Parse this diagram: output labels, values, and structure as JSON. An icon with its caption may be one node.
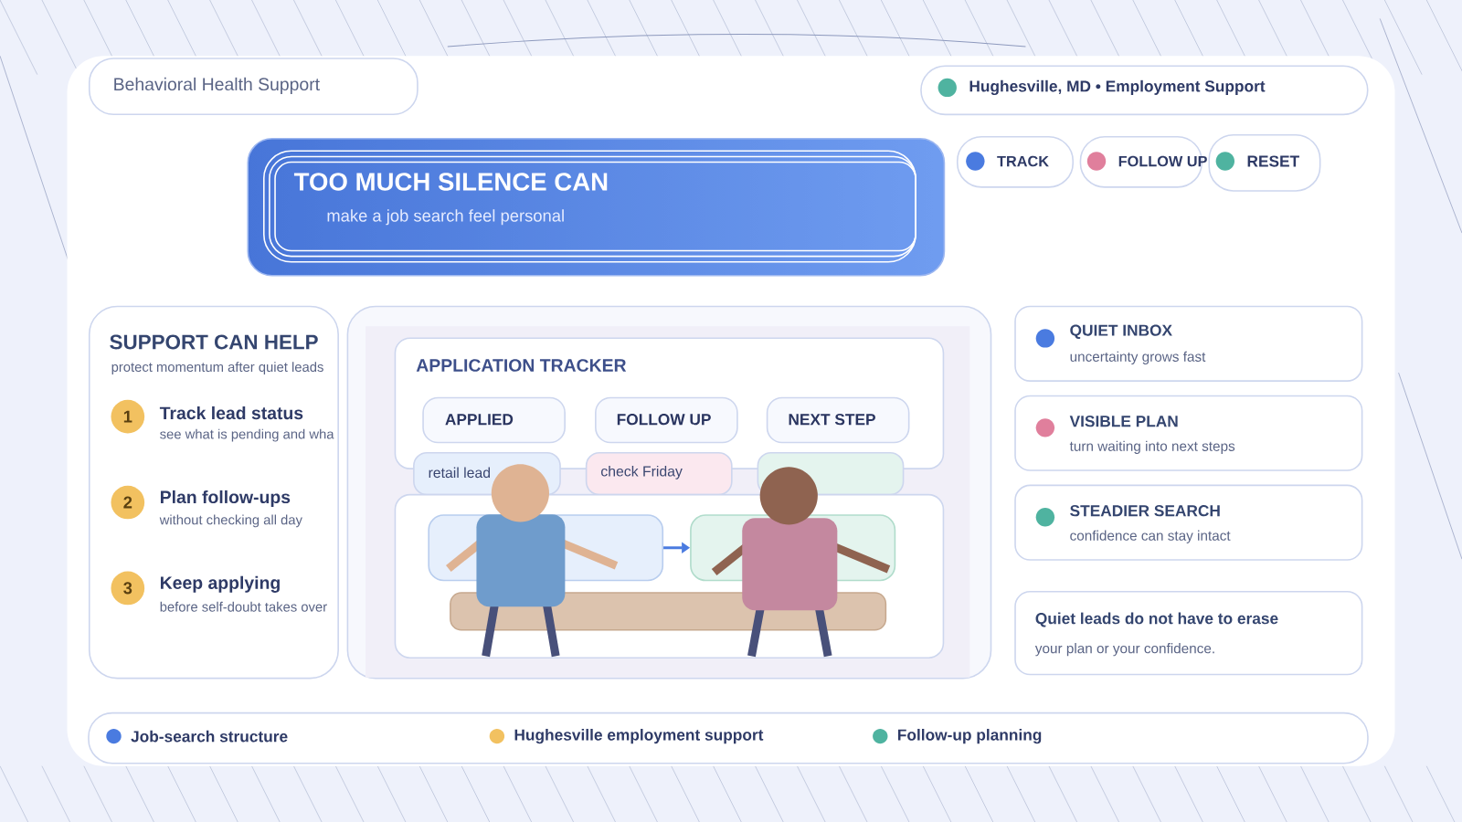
{
  "diagram": {
    "nodes": [
      {
        "text": [
          "Behavioral Health Support"
        ]
      },
      {
        "text": [
          "Hughesville, MD • Employment Support"
        ]
      },
      {
        "text": [
          "TRACK"
        ]
      },
      {
        "text": [
          "FOLLOW UP"
        ]
      },
      {
        "text": [
          "RESET"
        ]
      },
      {
        "text": [
          "TOO MUCH SILENCE CAN",
          "make a job search feel personal"
        ]
      },
      {
        "text": [
          "SUPPORT CAN HELP",
          "protect momentum after quiet leads"
        ]
      },
      {
        "text": [
          "1"
        ],
        "in": 6,
        "beside": [
          "Track lead status",
          "see what is pending and wha"
        ]
      },
      {
        "text": [
          "2"
        ],
        "in": 6,
        "beside": [
          "Plan follow-ups",
          "without checking all day"
        ]
      },
      {
        "text": [
          "3"
        ],
        "in": 6,
        "beside": [
          "Keep applying",
          "before self-doubt takes over"
        ]
      },
      {
        "text": [],
        "shape": "box"
      },
      {
        "text": [
          "APPLICATION TRACKER"
        ],
        "in": 10
      },
      {
        "text": [
          "APPLIED"
        ],
        "in": 11
      },
      {
        "text": [
          "FOLLOW UP"
        ],
        "in": 11
      },
      {
        "text": [
          "NEXT STEP"
        ],
        "in": 11
      },
      {
        "text": [
          "retail lead"
        ],
        "in": 10
      },
      {
        "text": [
          "check Friday"
        ],
        "in": 10
      },
      {
        "text": [],
        "shape": "box",
        "in": 10
      },
      {
        "text": [],
        "shape": "box",
        "in": 10
      },
      {
        "text": [],
        "shape": "box",
        "in": 18
      },
      {
        "text": [],
        "shape": "box",
        "in": 18
      },
      {
        "text": [
          "QUIET INBOX",
          "uncertainty grows fast"
        ]
      },
      {
        "text": [
          "VISIBLE PLAN",
          "turn waiting into next steps"
        ]
      },
      {
        "text": [
          "STEADIER SEARCH",
          "confidence can stay intact"
        ]
      },
      {
        "text": [
          "Quiet leads do not have to erase",
          "your plan or your confidence."
        ]
      }
    ],
    "edges": [
      {
        "from": 19,
        "to": 20,
        "arrow": "to"
      }
    ],
    "legend": [
      {
        "text": "Job-search structure",
        "color": "#4a7be0"
      },
      {
        "text": "Hughesville employment support",
        "color": "#f2c160"
      },
      {
        "text": "Follow-up planning",
        "color": "#4fb3a0"
      }
    ]
  }
}
